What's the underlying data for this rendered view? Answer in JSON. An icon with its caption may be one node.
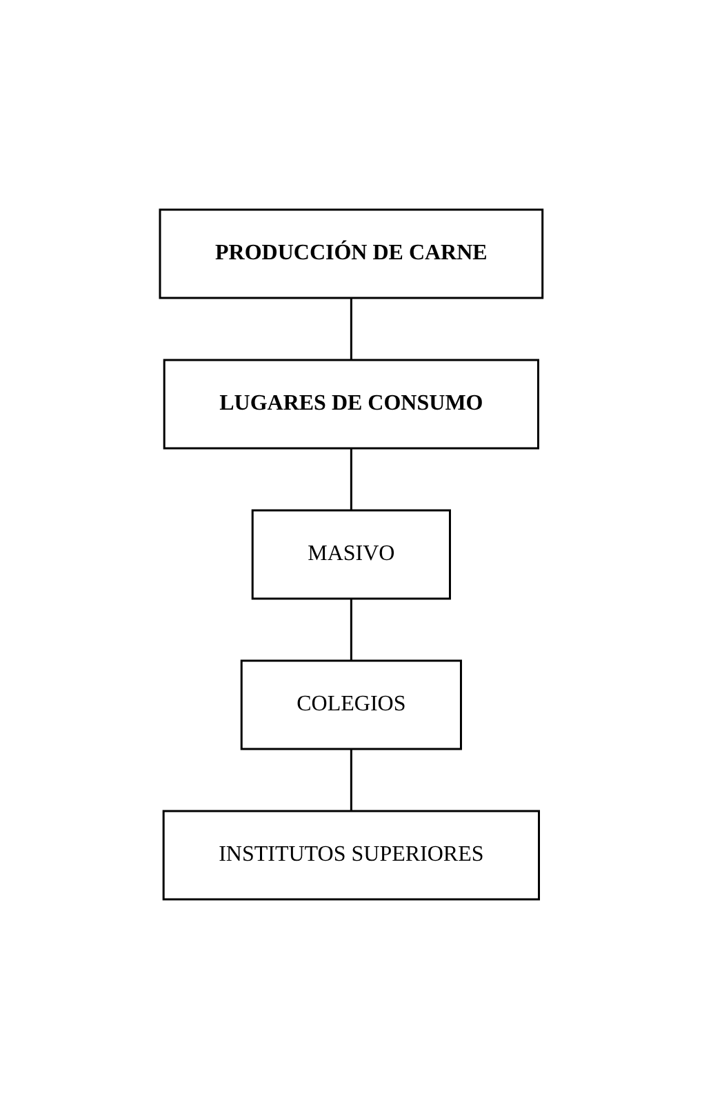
{
  "diagram": {
    "nodes": [
      {
        "text": [
          "PRODUCCIÓN DE CARNE"
        ]
      },
      {
        "text": [
          "LUGARES DE CONSUMO"
        ]
      },
      {
        "text": [
          "MASIVO"
        ]
      },
      {
        "text": [
          "COLEGIOS"
        ]
      },
      {
        "text": [
          "INSTITUTOS SUPERIORES"
        ]
      }
    ],
    "edges": [
      {
        "from": 0,
        "to": 1,
        "arrow": "none"
      },
      {
        "from": 1,
        "to": 2,
        "arrow": "none"
      },
      {
        "from": 2,
        "to": 3,
        "arrow": "none"
      },
      {
        "from": 3,
        "to": 4,
        "arrow": "none"
      }
    ]
  }
}
